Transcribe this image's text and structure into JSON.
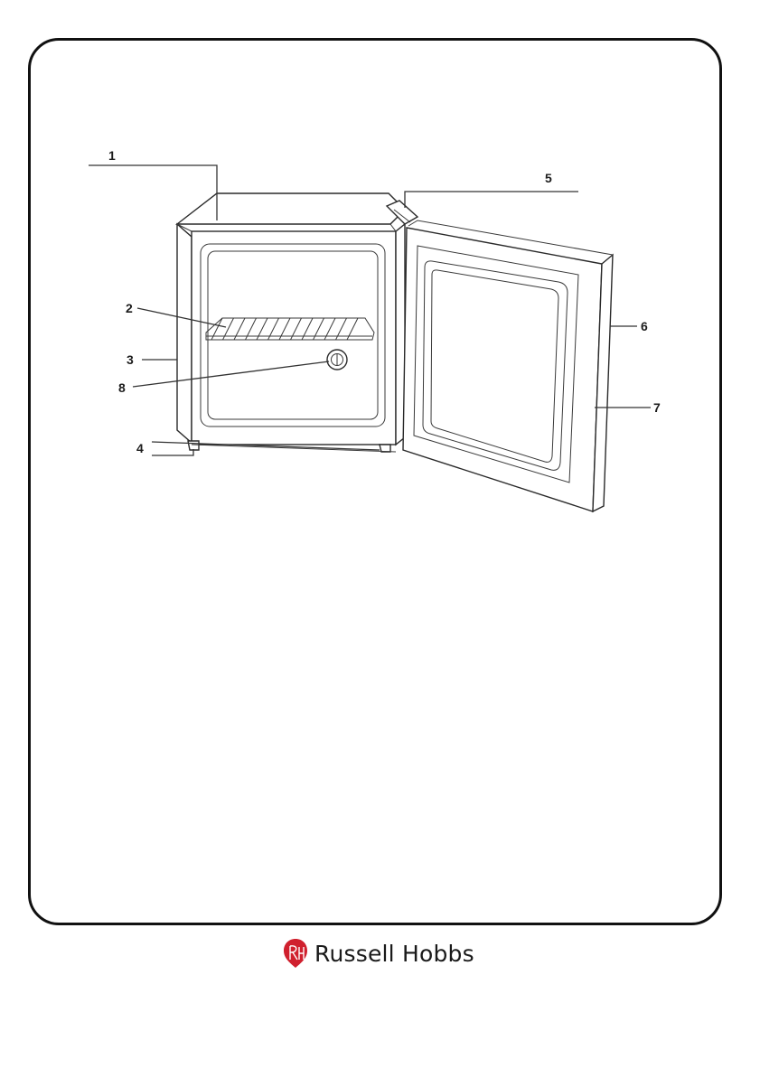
{
  "diagram": {
    "callouts": [
      {
        "id": "1",
        "label": "1"
      },
      {
        "id": "2",
        "label": "2"
      },
      {
        "id": "3",
        "label": "3"
      },
      {
        "id": "4",
        "label": "4"
      },
      {
        "id": "5",
        "label": "5"
      },
      {
        "id": "6",
        "label": "6"
      },
      {
        "id": "7",
        "label": "7"
      },
      {
        "id": "8",
        "label": "8"
      }
    ]
  },
  "brand": {
    "name": "Russell Hobbs",
    "logo_icon": "rh-monogram-icon",
    "logo_color": "#d0202e"
  }
}
